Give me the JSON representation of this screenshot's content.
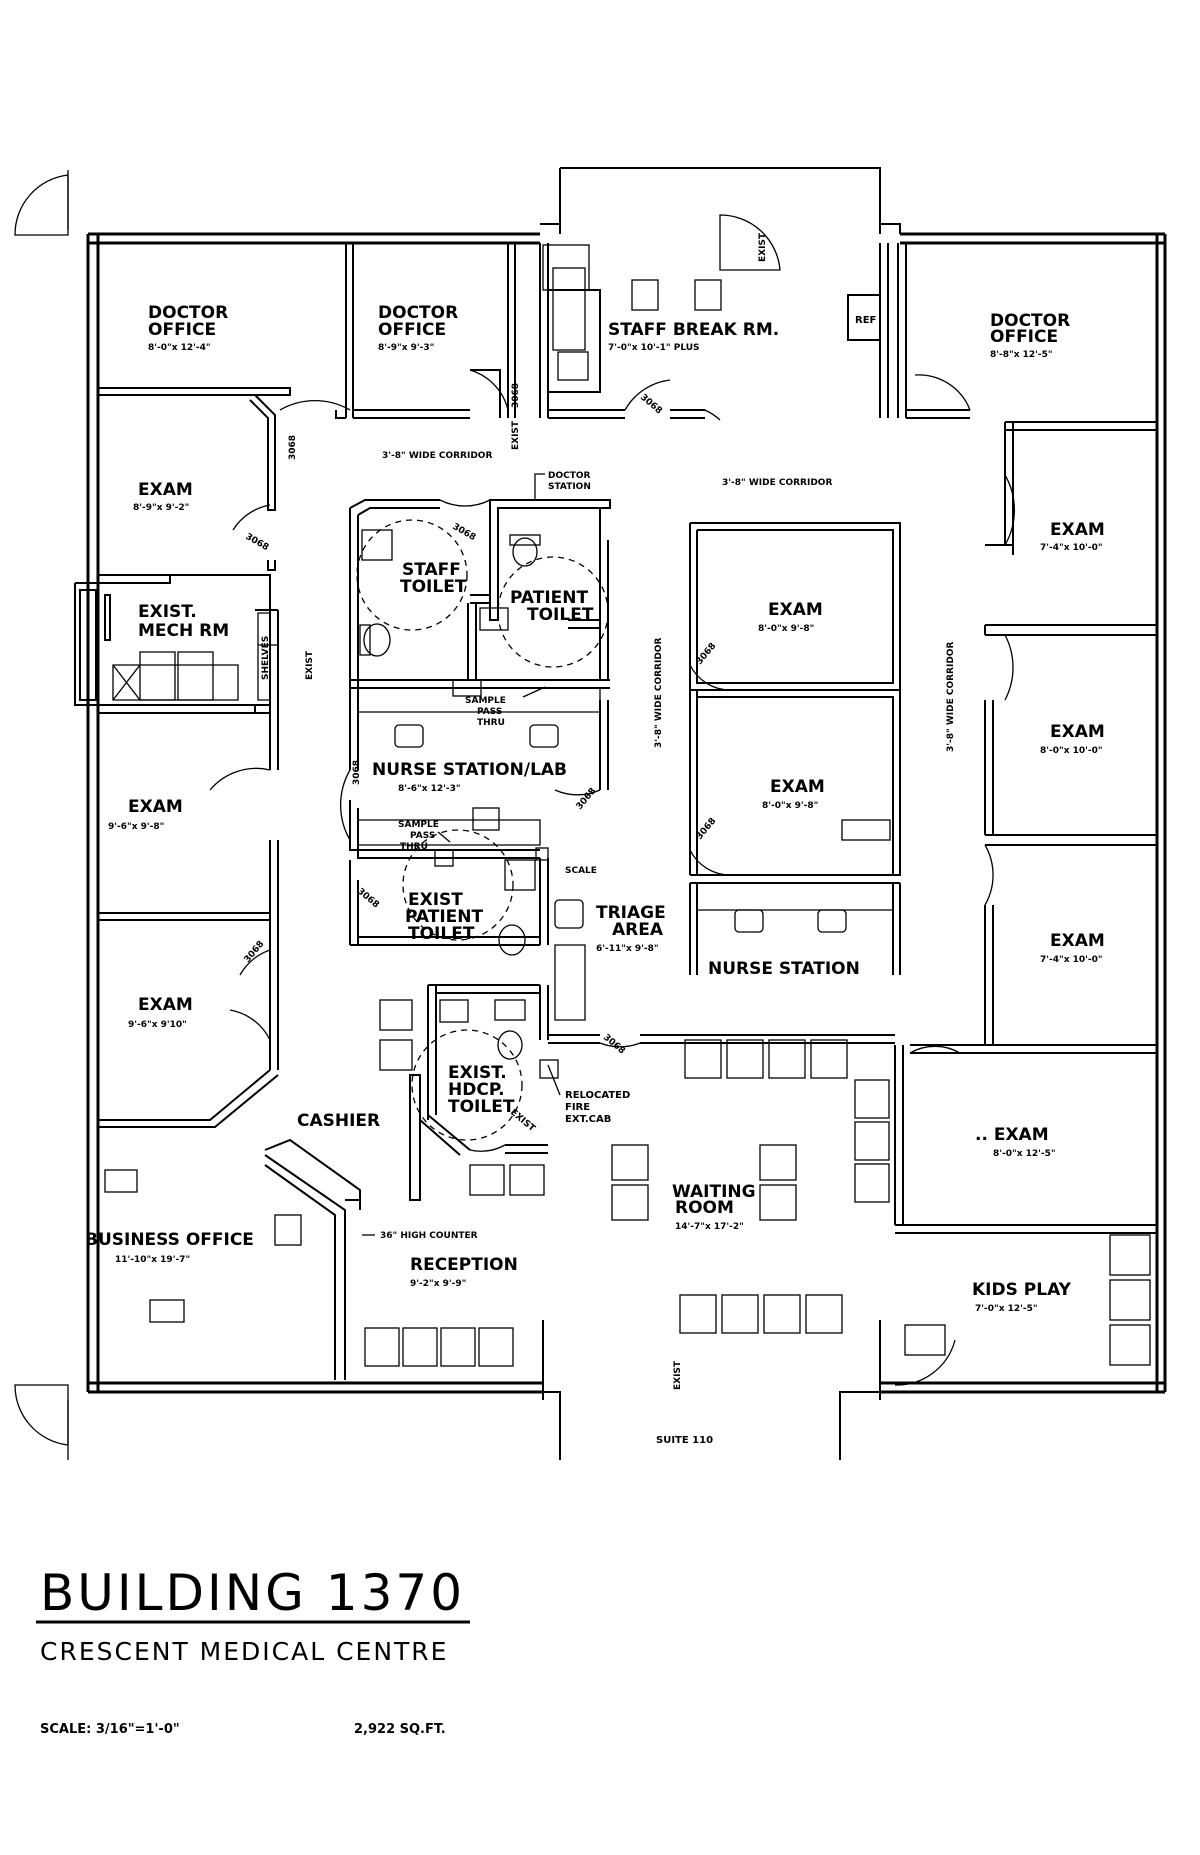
{
  "rooms": {
    "doctor_office_1": {
      "name_1": "DOCTOR",
      "name_2": "OFFICE",
      "dims": "8'-0\"x 12'-4\""
    },
    "doctor_office_2": {
      "name_1": "DOCTOR",
      "name_2": "OFFICE",
      "dims": "8'-9\"x 9'-3\""
    },
    "staff_break": {
      "name": "STAFF BREAK RM.",
      "dims": "7'-0\"x 10'-1\" PLUS",
      "ref": "REF"
    },
    "doctor_office_3": {
      "name_1": "DOCTOR",
      "name_2": "OFFICE",
      "dims": "8'-8\"x 12'-5\""
    },
    "exam_left_top": {
      "name": "EXAM",
      "dims": "8'-9\"x 9'-2\""
    },
    "mech_room": {
      "name_1": "EXIST.",
      "name_2": "MECH RM",
      "shelves": "SHELVES",
      "exist": "EXIST"
    },
    "exam_left_mid": {
      "name": "EXAM",
      "dims": "9'-6\"x 9'-8\""
    },
    "exam_left_bot": {
      "name": "EXAM",
      "dims": "9'-6\"x 9'10\""
    },
    "staff_toilet": {
      "name_1": "STAFF",
      "name_2": "TOILET"
    },
    "patient_toilet": {
      "name_1": "PATIENT",
      "name_2": "TOILET"
    },
    "doctor_station": {
      "name_1": "DOCTOR",
      "name_2": "STATION"
    },
    "nurse_lab": {
      "name": "NURSE STATION/LAB",
      "dims": "8'-6\"x 12'-3\""
    },
    "sample_pass_1": {
      "l1": "SAMPLE",
      "l2": "PASS",
      "l3": "THRU"
    },
    "sample_pass_2": {
      "l1": "SAMPLE",
      "l2": "PASS",
      "l3": "THRU"
    },
    "exist_patient_toilet": {
      "name_1": "EXIST",
      "name_2": "PATIENT",
      "name_3": "TOILET"
    },
    "hdcp_toilet": {
      "name_1": "EXIST.",
      "name_2": "HDCP.",
      "name_3": "TOILET"
    },
    "exam_center_top": {
      "name": "EXAM",
      "dims": "8'-0\"x 9'-8\""
    },
    "exam_center_bot": {
      "name": "EXAM",
      "dims": "8'-0\"x 9'-8\""
    },
    "nurse_station": {
      "name": "NURSE STATION"
    },
    "triage": {
      "name_1": "TRIAGE",
      "name_2": "AREA",
      "dims": "6'-11\"x 9'-8\"",
      "scale": "SCALE"
    },
    "exam_right_1": {
      "name": "EXAM",
      "dims": "7'-4\"x 10'-0\""
    },
    "exam_right_2": {
      "name": "EXAM",
      "dims": "8'-0\"x 10'-0\""
    },
    "exam_right_3": {
      "name": "EXAM",
      "dims": "7'-4\"x 10'-0\""
    },
    "exam_right_4": {
      "name": ".. EXAM",
      "dims": "8'-0\"x 12'-5\""
    },
    "waiting": {
      "name_1": "WAITING",
      "name_2": "ROOM",
      "dims": "14'-7\"x 17'-2\""
    },
    "kids_play": {
      "name": "KIDS PLAY",
      "dims": "7'-0\"x 12'-5\""
    },
    "cashier": {
      "name": "CASHIER"
    },
    "business_office": {
      "name": "BUSINESS OFFICE",
      "dims": "11'-10\"x 19'-7\""
    },
    "reception": {
      "name": "RECEPTION",
      "dims": "9'-2\"x 9'-9\"",
      "counter": "36\" HIGH COUNTER"
    },
    "suite": {
      "name": "SUITE 110"
    }
  },
  "corridors": {
    "top_left": "3'-8\" WIDE CORRIDOR",
    "top_right": "3'-8\" WIDE CORRIDOR",
    "vertical_center": "3'-8\" WIDE CORRIDOR",
    "vertical_right": "3'-8\" WIDE CORRIDOR"
  },
  "door_tag": "3068",
  "exist_tag": "EXIST",
  "fire_cab": {
    "l1": "RELOCATED",
    "l2": "FIRE",
    "l3": "EXT.CAB"
  },
  "title_block": {
    "title": "BUILDING 1370",
    "subtitle": "CRESCENT MEDICAL CENTRE",
    "scale": "SCALE: 3/16\"=1'-0\"",
    "area": "2,922 SQ.FT."
  }
}
